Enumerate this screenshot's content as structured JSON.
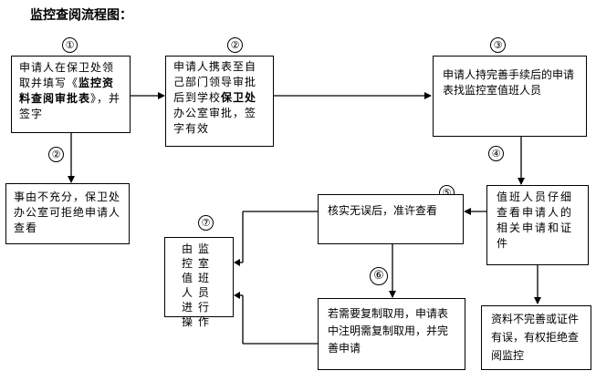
{
  "title": "监控查阅流程图：",
  "steps": {
    "n1": "①",
    "n2a": "②",
    "n2b": "②",
    "n3": "③",
    "n4": "④",
    "n5": "⑤",
    "n6": "⑥",
    "n7": "⑦"
  },
  "boxes": {
    "apply": {
      "p1": "申请人在保卫处领取并填写《",
      "bold": "监控资料查阅审批表",
      "p2": "》，并签字"
    },
    "reject_security": "事由不充分，保卫处办公室可拒绝申请人查看",
    "approve": {
      "p1": "申请人携表至自己部门领导审批后到学校",
      "bold": "保卫处",
      "p2": "办公室审批，签字有效"
    },
    "find_duty": "申请人持完善手续后的申请表找监控室值班人员",
    "verify": "值班人员仔细查看申请人的相关申请和证件",
    "allow": "核实无误后，准许查看",
    "operate": "由监控室值班人员进行操作",
    "copy": "若需要复制取用，申请表中注明需复制取用，并完善申请",
    "reject_incomplete": "资料不完善或证件有误，有权拒绝查阅监控"
  }
}
